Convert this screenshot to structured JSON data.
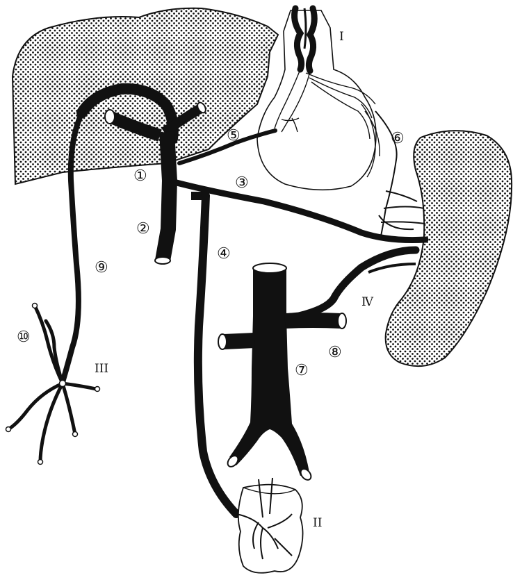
{
  "labels": {
    "n1": "①",
    "n2": "②",
    "n3": "③",
    "n4": "④",
    "n5": "⑤",
    "n6": "⑥",
    "n7": "⑦",
    "n8": "⑧",
    "n9": "⑨",
    "n10": "⑩",
    "r1": "I",
    "r2": "II",
    "r3": "III",
    "r4": "Ⅳ"
  },
  "colors": {
    "ink": "#111111",
    "background": "#ffffff"
  }
}
